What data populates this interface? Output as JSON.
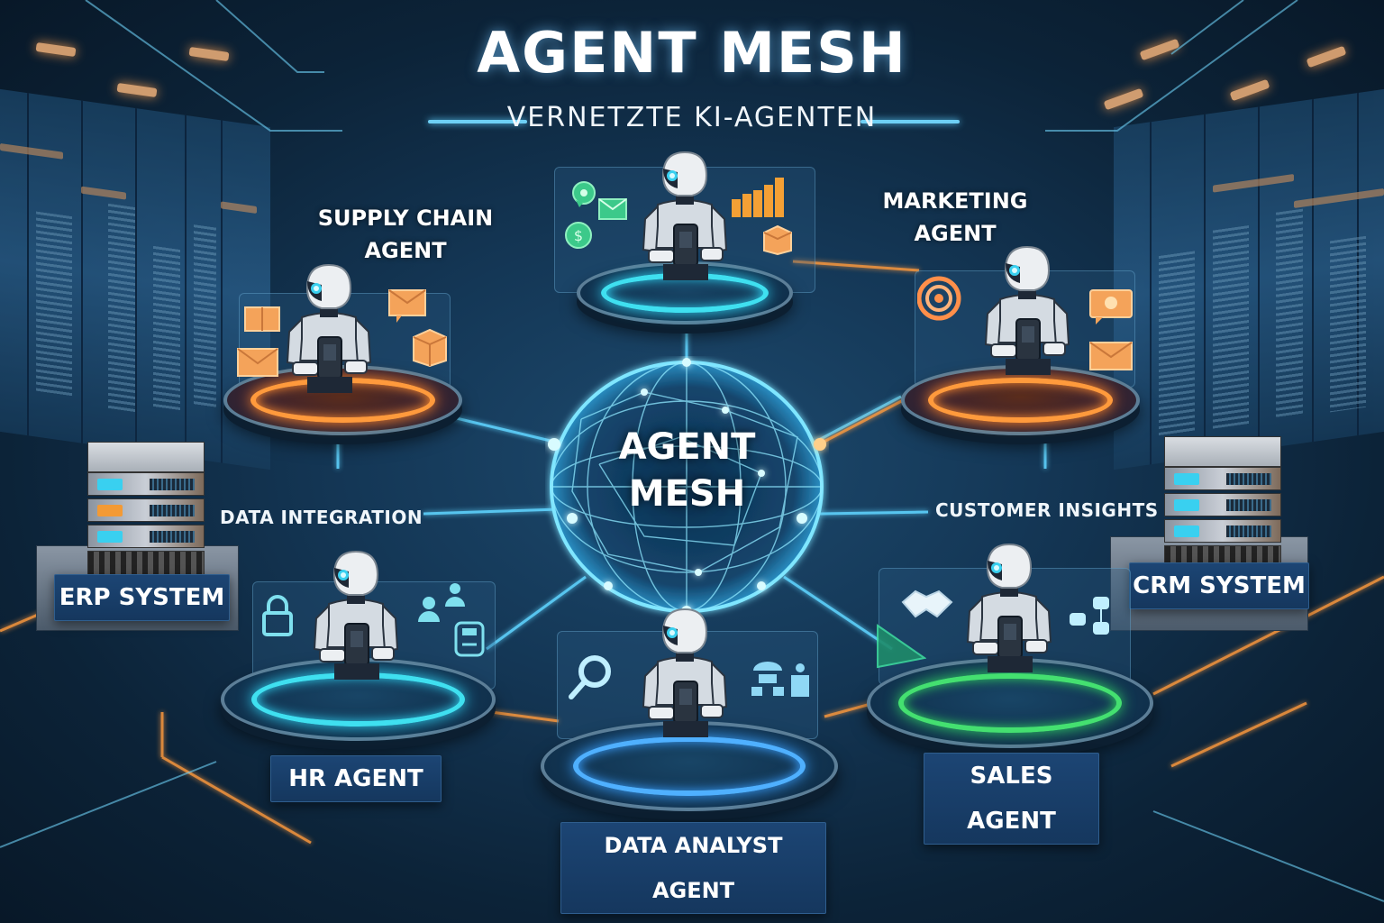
{
  "header": {
    "title": "AGENT MESH",
    "subtitle": "VERNETZTE KI-AGENTEN"
  },
  "hub": {
    "label_line1": "AGENT",
    "label_line2": "MESH"
  },
  "agents": {
    "supply_chain": {
      "line1": "SUPPLY CHAIN",
      "line2": "AGENT",
      "ring_color": "#ff9a3c",
      "icons": [
        "box-icon",
        "envelope-icon",
        "chat-envelope-icon",
        "package-icon"
      ]
    },
    "central": {
      "ring_color": "#3fe0f0",
      "icons": [
        "chat-bubble-icon",
        "envelope-icon",
        "currency-bubble-icon",
        "bar-chart-icon",
        "package-icon"
      ]
    },
    "marketing": {
      "line1": "MARKETING",
      "line2": "AGENT",
      "ring_color": "#ff9a3c",
      "icons": [
        "target-icon",
        "chat-bubble-icon",
        "envelope-icon"
      ]
    },
    "hr": {
      "label": "HR AGENT",
      "ring_color": "#3fe0f0",
      "icons": [
        "lock-icon",
        "user-icon",
        "user-icon",
        "id-badge-icon"
      ]
    },
    "data_analyst": {
      "label": "DATA ANALYST AGENT",
      "ring_color": "#4fb0ff",
      "icons": [
        "magnifier-icon",
        "org-chart-icon",
        "user-icon"
      ]
    },
    "sales": {
      "label": "SALES AGENT",
      "ring_color": "#44e070",
      "icons": [
        "handshake-icon",
        "org-chart-icon",
        "chart-icon"
      ]
    }
  },
  "systems": {
    "erp": {
      "label": "ERP SYSTEM"
    },
    "crm": {
      "label": "CRM SYSTEM"
    }
  },
  "connections": {
    "left_label": "DATA INTEGRATION",
    "right_label": "CUSTOMER INSIGHTS"
  },
  "colors": {
    "background": "#143756",
    "accent_cyan": "#3fe0f0",
    "accent_orange": "#ff9a3c",
    "accent_green": "#44e070",
    "accent_blue": "#4fb0ff",
    "label_box": "#1c4574"
  }
}
